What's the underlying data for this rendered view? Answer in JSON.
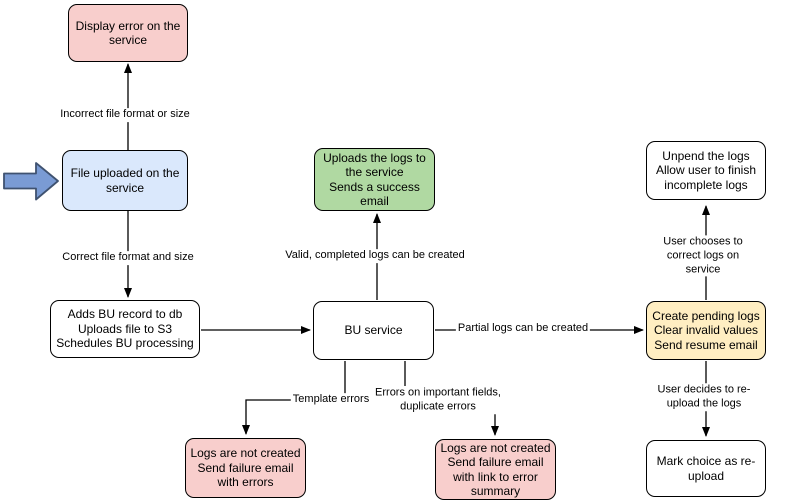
{
  "diagram": {
    "background": "#ffffff",
    "line_color": "#000000",
    "nodes": {
      "display_error": {
        "label": "Display error on the\nservice",
        "color": "#f8cecc"
      },
      "file_uploaded": {
        "label": "File uploaded on the\nservice",
        "color": "#dae8fc"
      },
      "adds_bu_record": {
        "label": "Adds BU record to db\nUploads file to S3\nSchedules BU processing",
        "color": "#ffffff"
      },
      "uploads_logs": {
        "label": "Uploads the logs to\nthe service\nSends a success\nemail",
        "color": "#b0d9a2"
      },
      "bu_service": {
        "label": "BU service",
        "color": "#ffffff"
      },
      "unpend_logs": {
        "label": "Unpend the logs\nAllow user to finish\nincomplete logs",
        "color": "#ffffff"
      },
      "create_pending_logs": {
        "label": "Create pending logs\nClear invalid values\nSend resume email",
        "color": "#ffeec2"
      },
      "mark_choice_reupload": {
        "label": "Mark choice as re-\nupload",
        "color": "#ffffff"
      },
      "logs_not_created_errors": {
        "label": "Logs are not created\nSend failure email\nwith errors",
        "color": "#f8cecc"
      },
      "logs_not_created_summary": {
        "label": "Logs are not created\nSend failure email\nwith link to error\nsummary",
        "color": "#f8cecc"
      }
    },
    "edge_labels": {
      "incorrect_format": "Incorrect file format or size",
      "correct_format": "Correct file format and size",
      "valid_logs": "Valid, completed logs can be created",
      "partial_logs": "Partial logs can be created",
      "template_errors": "Template errors",
      "field_errors": "Errors on important fields,\nduplicate errors",
      "user_corrects": "User chooses to correct logs on service",
      "user_reuploads": "User decides to re-upload the logs"
    },
    "entry_arrow": {
      "name": "block-arrow-right",
      "fill": "#7a9bd4",
      "stroke": "#3f5270"
    }
  }
}
